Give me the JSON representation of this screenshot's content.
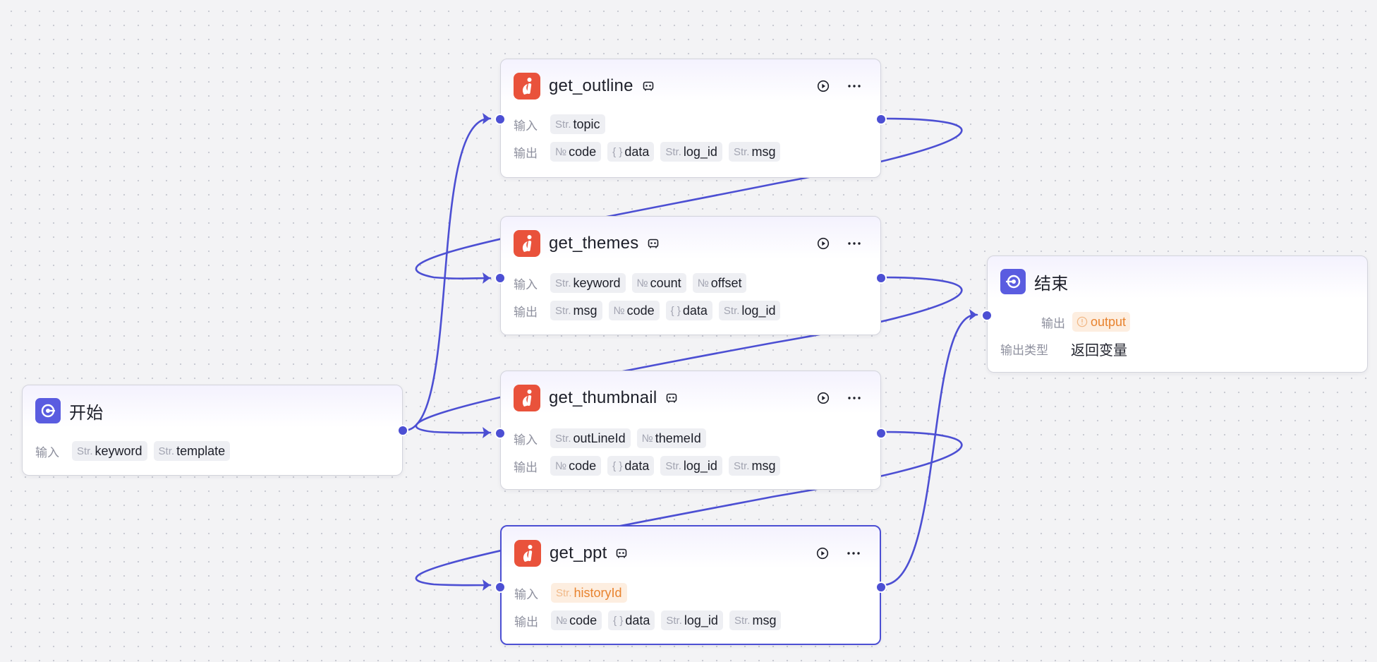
{
  "start_node": {
    "title": "开始",
    "input_label": "输入",
    "inputs": [
      {
        "type": "Str.",
        "name": "keyword"
      },
      {
        "type": "Str.",
        "name": "template"
      }
    ]
  },
  "plugin_nodes": [
    {
      "title": "get_outline",
      "input_label": "输入",
      "output_label": "输出",
      "inputs": [
        {
          "type": "Str.",
          "name": "topic",
          "warn": false
        }
      ],
      "outputs": [
        {
          "type": "№",
          "name": "code"
        },
        {
          "type": "{ }",
          "name": "data"
        },
        {
          "type": "Str.",
          "name": "log_id"
        },
        {
          "type": "Str.",
          "name": "msg"
        }
      ]
    },
    {
      "title": "get_themes",
      "input_label": "输入",
      "output_label": "输出",
      "inputs": [
        {
          "type": "Str.",
          "name": "keyword",
          "warn": false
        },
        {
          "type": "№",
          "name": "count",
          "warn": false
        },
        {
          "type": "№",
          "name": "offset",
          "warn": false
        }
      ],
      "outputs": [
        {
          "type": "Str.",
          "name": "msg"
        },
        {
          "type": "№",
          "name": "code"
        },
        {
          "type": "{ }",
          "name": "data"
        },
        {
          "type": "Str.",
          "name": "log_id"
        }
      ]
    },
    {
      "title": "get_thumbnail",
      "input_label": "输入",
      "output_label": "输出",
      "inputs": [
        {
          "type": "Str.",
          "name": "outLineId",
          "warn": false
        },
        {
          "type": "№",
          "name": "themeId",
          "warn": false
        }
      ],
      "outputs": [
        {
          "type": "№",
          "name": "code"
        },
        {
          "type": "{ }",
          "name": "data"
        },
        {
          "type": "Str.",
          "name": "log_id"
        },
        {
          "type": "Str.",
          "name": "msg"
        }
      ]
    },
    {
      "title": "get_ppt",
      "input_label": "输入",
      "output_label": "输出",
      "inputs": [
        {
          "type": "Str.",
          "name": "historyId",
          "warn": true
        }
      ],
      "outputs": [
        {
          "type": "№",
          "name": "code"
        },
        {
          "type": "{ }",
          "name": "data"
        },
        {
          "type": "Str.",
          "name": "log_id"
        },
        {
          "type": "Str.",
          "name": "msg"
        }
      ]
    }
  ],
  "end_node": {
    "title": "结束",
    "output_label": "输出",
    "output_var": "output",
    "output_type_label": "输出类型",
    "output_type_value": "返回变量"
  },
  "icons": {
    "plugin": "plugin-logo-icon",
    "bot": "bot-icon",
    "run": "play-circle-icon",
    "more": "more-horizontal-icon",
    "start": "start-node-icon",
    "end": "end-node-icon",
    "warning": "warning-circle-icon"
  },
  "colors": {
    "accent": "#4c4fd3",
    "plugin_icon": "#e9523b",
    "warning": "#e8832f"
  }
}
